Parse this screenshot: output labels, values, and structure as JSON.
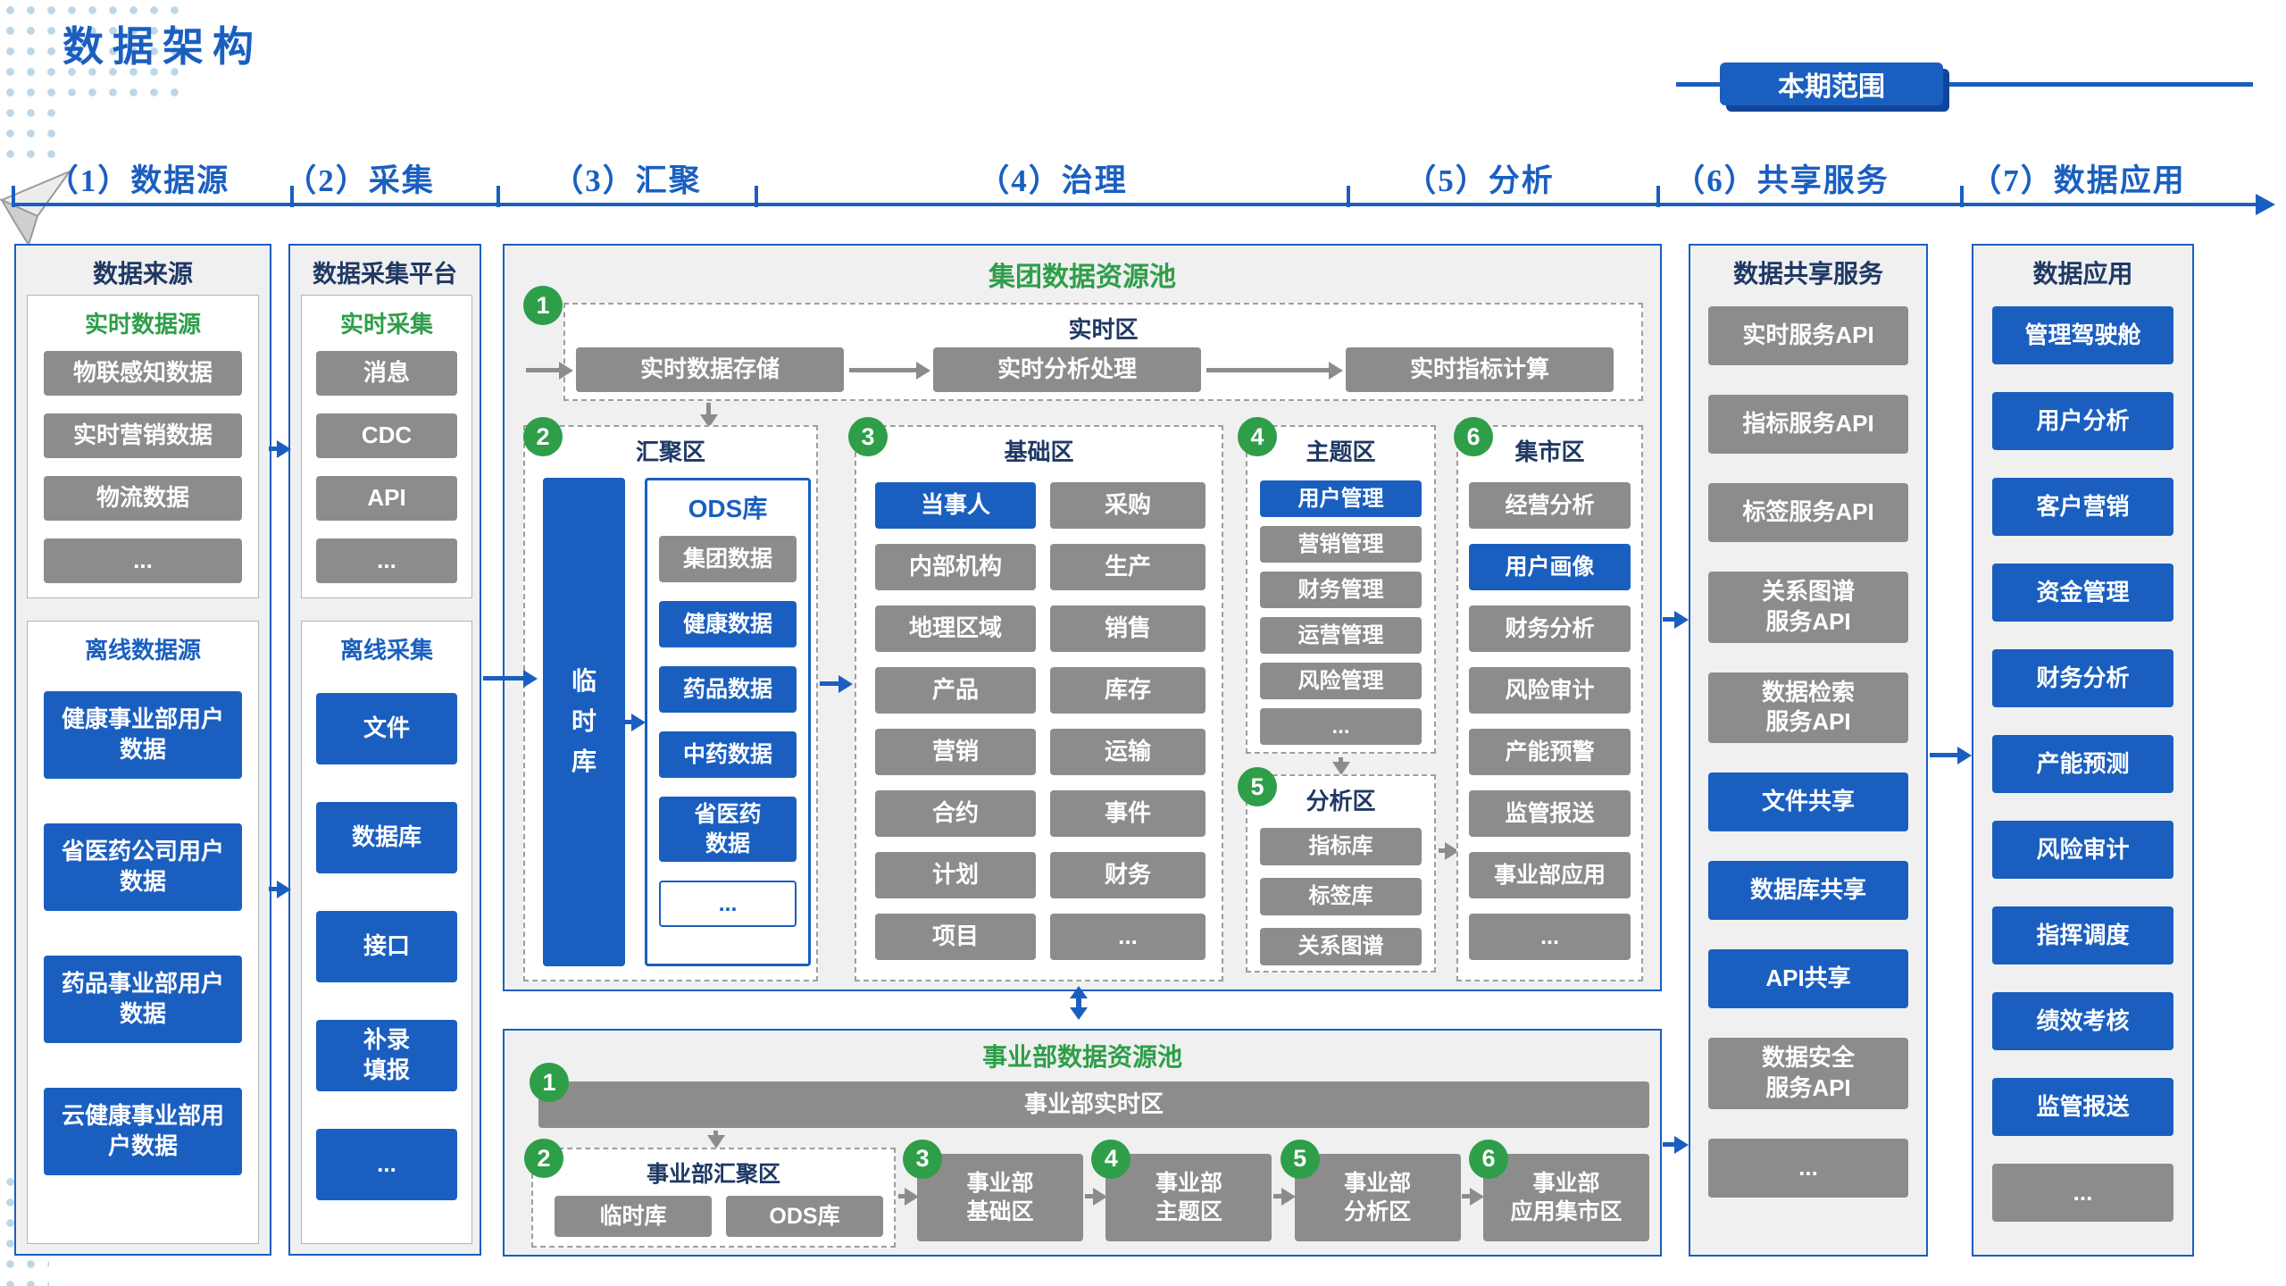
{
  "page": {
    "title": "数据架构",
    "scope_badge": "本期范围"
  },
  "colors": {
    "blue": "#1A5FC0",
    "blue-dark": "#12459A",
    "green": "#2E9E49",
    "gray": "#8C8C8C",
    "panel-bg": "#F0F0F0",
    "navy": "#1F3864",
    "line-gray": "#9E9E9E"
  },
  "columns": [
    "（1）数据源",
    "（2）采集",
    "（3）汇聚",
    "（4）治理",
    "（5）分析",
    "（6）共享服务",
    "（7）数据应用"
  ],
  "source_panel": {
    "title": "数据来源",
    "realtime": {
      "title": "实时数据源",
      "items": [
        "物联感知数据",
        "实时营销数据",
        "物流数据",
        "..."
      ]
    },
    "offline": {
      "title": "离线数据源",
      "items": [
        "健康事业部用户数据",
        "省医药公司用户数据",
        "药品事业部用户数据",
        "云健康事业部用户数据"
      ]
    }
  },
  "collect_panel": {
    "title": "数据采集平台",
    "realtime": {
      "title": "实时采集",
      "items": [
        "消息",
        "CDC",
        "API",
        "..."
      ]
    },
    "offline": {
      "title": "离线采集",
      "items": [
        "文件",
        "数据库",
        "接口",
        "补录\n填报",
        "..."
      ]
    }
  },
  "group_pool": {
    "title": "集团数据资源池",
    "realtime_zone": {
      "num": "1",
      "title": "实时区",
      "steps": [
        "实时数据存储",
        "实时分析处理",
        "实时指标计算"
      ]
    },
    "staging_zone": {
      "num": "2",
      "title": "汇聚区",
      "temp_db": "临\n时\n库",
      "ods_title": "ODS库",
      "ods_items": [
        {
          "label": "集团数据",
          "variant": "gray"
        },
        {
          "label": "健康数据",
          "variant": "blue"
        },
        {
          "label": "药品数据",
          "variant": "blue"
        },
        {
          "label": "中药数据",
          "variant": "blue"
        },
        {
          "label": "省医药\n数据",
          "variant": "blue"
        },
        {
          "label": "...",
          "variant": "outline"
        }
      ]
    },
    "base_zone": {
      "num": "3",
      "title": "基础区",
      "left_items": [
        {
          "label": "当事人",
          "variant": "blue"
        },
        {
          "label": "内部机构",
          "variant": "gray"
        },
        {
          "label": "地理区域",
          "variant": "gray"
        },
        {
          "label": "产品",
          "variant": "gray"
        },
        {
          "label": "营销",
          "variant": "gray"
        },
        {
          "label": "合约",
          "variant": "gray"
        },
        {
          "label": "计划",
          "variant": "gray"
        },
        {
          "label": "项目",
          "variant": "gray"
        }
      ],
      "right_items": [
        "采购",
        "生产",
        "销售",
        "库存",
        "运输",
        "事件",
        "财务",
        "..."
      ]
    },
    "theme_zone": {
      "num": "4",
      "title": "主题区",
      "items": [
        {
          "label": "用户管理",
          "variant": "blue"
        },
        {
          "label": "营销管理",
          "variant": "gray"
        },
        {
          "label": "财务管理",
          "variant": "gray"
        },
        {
          "label": "运营管理",
          "variant": "gray"
        },
        {
          "label": "风险管理",
          "variant": "gray"
        },
        {
          "label": "...",
          "variant": "gray"
        }
      ]
    },
    "analysis_zone": {
      "num": "5",
      "title": "分析区",
      "items": [
        "指标库",
        "标签库",
        "关系图谱"
      ]
    },
    "mart_zone": {
      "num": "6",
      "title": "集市区",
      "items": [
        {
          "label": "经营分析",
          "variant": "gray"
        },
        {
          "label": "用户画像",
          "variant": "blue"
        },
        {
          "label": "财务分析",
          "variant": "gray"
        },
        {
          "label": "风险审计",
          "variant": "gray"
        },
        {
          "label": "产能预警",
          "variant": "gray"
        },
        {
          "label": "监管报送",
          "variant": "gray"
        },
        {
          "label": "事业部应用",
          "variant": "gray"
        },
        {
          "label": "...",
          "variant": "gray"
        }
      ]
    }
  },
  "division_pool": {
    "title": "事业部数据资源池",
    "realtime_bar": {
      "num": "1",
      "label": "事业部实时区"
    },
    "staging_zone": {
      "num": "2",
      "title": "事业部汇聚区",
      "items": [
        "临时库",
        "ODS库"
      ]
    },
    "zones": [
      {
        "num": "3",
        "label": "事业部\n基础区"
      },
      {
        "num": "4",
        "label": "事业部\n主题区"
      },
      {
        "num": "5",
        "label": "事业部\n分析区"
      },
      {
        "num": "6",
        "label": "事业部\n应用集市区"
      }
    ]
  },
  "share_panel": {
    "title": "数据共享服务",
    "items": [
      {
        "label": "实时服务API",
        "variant": "gray"
      },
      {
        "label": "指标服务API",
        "variant": "gray"
      },
      {
        "label": "标签服务API",
        "variant": "gray"
      },
      {
        "label": "关系图谱\n服务API",
        "variant": "gray"
      },
      {
        "label": "数据检索\n服务API",
        "variant": "gray"
      },
      {
        "label": "文件共享",
        "variant": "blue"
      },
      {
        "label": "数据库共享",
        "variant": "blue"
      },
      {
        "label": "API共享",
        "variant": "blue"
      },
      {
        "label": "数据安全\n服务API",
        "variant": "gray"
      },
      {
        "label": "...",
        "variant": "gray"
      }
    ]
  },
  "app_panel": {
    "title": "数据应用",
    "items": [
      {
        "label": "管理驾驶舱",
        "variant": "blue"
      },
      {
        "label": "用户分析",
        "variant": "blue"
      },
      {
        "label": "客户营销",
        "variant": "blue"
      },
      {
        "label": "资金管理",
        "variant": "blue"
      },
      {
        "label": "财务分析",
        "variant": "blue"
      },
      {
        "label": "产能预测",
        "variant": "blue"
      },
      {
        "label": "风险审计",
        "variant": "blue"
      },
      {
        "label": "指挥调度",
        "variant": "blue"
      },
      {
        "label": "绩效考核",
        "variant": "blue"
      },
      {
        "label": "监管报送",
        "variant": "blue"
      },
      {
        "label": "...",
        "variant": "gray"
      }
    ]
  }
}
